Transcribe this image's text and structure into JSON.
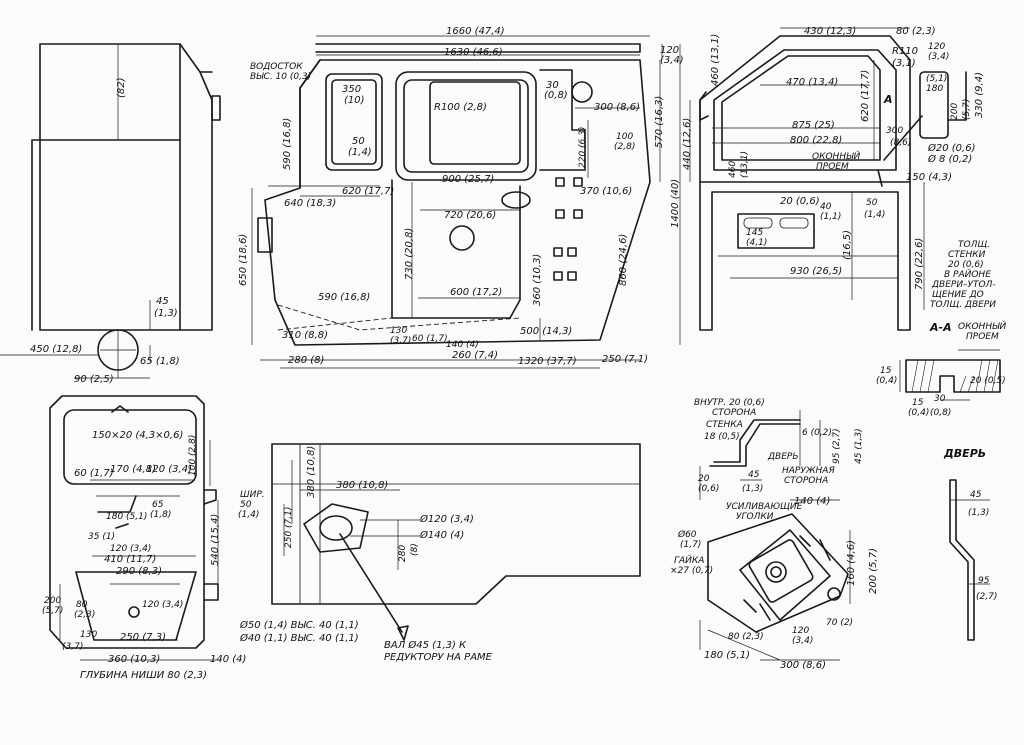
{
  "front_view": {
    "h_top_82": "(82)",
    "h_45": "45",
    "h_45b": "(1,3)",
    "w_450": "450 (12,8)",
    "h_65": "65 (1,8)"
  },
  "side_view": {
    "d_1660": "1660 (47,4)",
    "d_1630": "1630 (46,6)",
    "d_120": "120",
    "d_120b": "(3,4)",
    "vodostok_1": "ВОДОСТОК",
    "vodostok_2": "ВЫС. 10 (0,3)",
    "d_350": "350",
    "d_350b": "(10)",
    "d_r100": "R100 (2,8)",
    "d_30": "30",
    "d_30b": "(0,8)",
    "d_590": "590 (16,8)",
    "d_300": "300 (8,6)",
    "d_100": "100",
    "d_100b": "(2,8)",
    "d_570": "570 (16,3)",
    "d_50": "50",
    "d_50b": "(1,4)",
    "d_220": "220 (6,3)",
    "d_620": "620 (17,7)",
    "d_900": "900 (25,7)",
    "d_370": "370 (10,6)",
    "d_640": "640 (18,3)",
    "d_720": "720 (20,6)",
    "d_1400": "1400 (40)",
    "d_650": "650 (18,6)",
    "d_730": "730 (20,8)",
    "d_360": "360 (10,3)",
    "d_860": "860 (24,6)",
    "d_600": "600 (17,2)",
    "d_590b": "590 (16,8)",
    "d_500": "500 (14,3)",
    "d_310": "310 (8,8)",
    "d_130": "130",
    "d_130b": "(3,7)",
    "d_60": "60 (1,7)",
    "d_140": "140 (4)",
    "d_260": "260 (7,4)",
    "d_280": "280 (8)",
    "d_1320": "1320 (37,7)",
    "d_250": "250 (7,1)"
  },
  "rear_view": {
    "d_430": "430 (12,3)",
    "d_80": "80 (2,3)",
    "d_460": "460 (13,1)",
    "d_r110": "R110",
    "d_r110b": "(3,1)",
    "d_120": "120",
    "d_120b": "(3,4)",
    "d_470": "470 (13,4)",
    "d_180": "180",
    "d_51": "(5,1)",
    "d_330": "330 (9,4)",
    "d_620": "620 (17,7)",
    "d_440": "440 (12,6)",
    "d_875": "875 (25)",
    "d_800": "800 (22,8)",
    "d_200": "200",
    "d_57": "(5,7)",
    "d_300": "300",
    "d_86": "(8,6)",
    "d_phi20": "Ø20 (0,6)",
    "d_phi8": "Ø 8 (0,2)",
    "window_1": "ОКОННЫЙ",
    "window_2": "ПРОЕМ",
    "d_460b": "460",
    "d_131": "(13,1)",
    "d_150": "150 (4,3)",
    "section_a": "А",
    "d_20": "20 (0,6)",
    "d_40": "40",
    "d_11": "(1,1)",
    "d_50": "50",
    "d_14": "(1,4)",
    "d_145": "145",
    "d_41": "(4,1)",
    "d_165": "(16,5)",
    "d_930": "930 (26,5)",
    "d_790": "790 (22,6)"
  },
  "section_note": {
    "l1": "ТОЛЩ.",
    "l2": "СТЕНКИ",
    "l3": "20 (0,6)",
    "l4": "В РАЙОНЕ",
    "l5": "ДВЕРИ–УТОЛ-",
    "l6": "ЩЕНИЕ ДО",
    "l7": "ТОЛЩ. ДВЕРИ",
    "title": "А-А",
    "window_1": "ОКОННЫЙ",
    "window_2": "ПРОЕМ",
    "d_15": "15",
    "d_04": "(0,4)",
    "d_20": "20 (0,5)",
    "d_15b": "15",
    "d_30": "30",
    "d_04b": "(0,4)",
    "d_08": "(0,8)"
  },
  "door_section": {
    "inner_1": "ВНУТР. 20 (0,6)",
    "inner_2": "СТОРОНА",
    "wall": "СТЕНКА",
    "d_18": "18 (0,5)",
    "d_6": "6 (0,2)",
    "d_95": "95 (2,7)",
    "d_45": "45 (1,3)",
    "door": "ДВЕРЬ",
    "d_20": "20",
    "d_06": "(0,6)",
    "d_45b": "45",
    "d_13": "(1,3)",
    "outer_1": "НАРУЖНАЯ",
    "outer_2": "СТОРОНА"
  },
  "door_profile": {
    "title": "ДВЕРЬ",
    "d_45": "45",
    "d_13": "(1,3)",
    "d_95": "95",
    "d_27": "(2,7)"
  },
  "panel_view": {
    "d_90": "90 (2,5)",
    "d_150x20": "150×20 (4,3×0,6)",
    "d_100": "100 (2,8)",
    "d_60": "60 (1,7)",
    "d_170": "170 (4,8)",
    "d_120": "120 (3,4)",
    "shir_1": "ШИР.",
    "shir_2": "50",
    "shir_3": "(1,4)",
    "d_65": "65",
    "d_18": "(1,8)",
    "d_180": "180 (5,1)",
    "d_35": "35 (1)",
    "d_120b": "120 (3,4)",
    "d_540": "540 (15,4)",
    "d_410": "410 (11,7)",
    "d_290": "290 (8,3)",
    "d_200": "200",
    "d_57": "(5,7)",
    "d_80": "80",
    "d_23": "(2,3)",
    "d_120c": "120 (3,4)",
    "d_130": "130",
    "d_37": "(3,7)",
    "d_250": "250 (7,3)",
    "d_phi50": "Ø50 (1,4) ВЫС. 40 (1,1)",
    "d_phi40": "Ø40 (1,1) ВЫС. 40 (1,1)",
    "d_360": "360 (10,3)",
    "d_140": "140 (4)",
    "niche": "ГЛУБИНА НИШИ 80 (2,3)"
  },
  "floor_view": {
    "d_380": "380 (10,8)",
    "d_380v": "380 (10,8)",
    "d_250": "250 (7,1)",
    "d_phi120": "Ø120 (3,4)",
    "d_phi140": "Ø140 (4)",
    "d_280": "280",
    "d_8": "(8)",
    "shaft_1": "ВАЛ Ø45 (1,3) К",
    "shaft_2": "РЕДУКТОРУ НА РАМЕ"
  },
  "gearbox_plate": {
    "d_140": "140 (4)",
    "corners_1": "УСИЛИВАЮЩИЕ",
    "corners_2": "УГОЛКИ",
    "d_phi60": "Ø60",
    "d_17": "(1,7)",
    "nut_1": "ГАЙКА",
    "nut_2": "×27 (0,7)",
    "d_160": "160 (4,6)",
    "d_200": "200 (5,7)",
    "d_70": "70 (2)",
    "d_80": "80 (2,3)",
    "d_120": "120",
    "d_34": "(3,4)",
    "d_180": "180 (5,1)",
    "d_300": "300 (8,6)"
  }
}
